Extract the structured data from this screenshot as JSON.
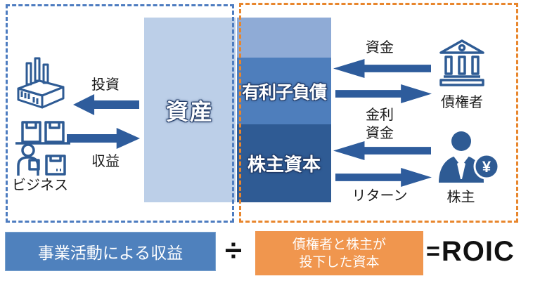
{
  "diagram": {
    "left_frame": {
      "invest_label": "投資",
      "revenue_label": "収益",
      "business_label": "ビジネス"
    },
    "asset_box": {
      "label": "資産"
    },
    "capital_stack": {
      "debt_label": "有利子負債",
      "equity_label": "株主資本"
    },
    "right_frame": {
      "creditor_fund_label": "資金",
      "creditor_interest_label": "金利",
      "creditor_label": "債権者",
      "shareholder_fund_label": "資金",
      "shareholder_return_label": "リターン",
      "shareholder_label": "株主",
      "yen_symbol": "¥"
    },
    "formula": {
      "numerator": "事業活動による収益",
      "operator": "÷",
      "denominator_line1": "債権者と株主が",
      "denominator_line2": "投下した資本",
      "equals": "=",
      "result": "ROIC"
    },
    "icons": {
      "factory": "factory-icon",
      "business": "warehouse-worker-icon",
      "creditor": "bank-icon",
      "shareholder": "investor-icon",
      "yen_badge": "yen-coin-icon"
    },
    "colors": {
      "asset_box": "#bccfe8",
      "stack_top": "#8fabd6",
      "debt_box": "#4e7ebc",
      "equity_box": "#2f5b94",
      "arrow": "#2e5c9c",
      "blue_frame": "#4d7cc0",
      "orange_frame": "#e8862d",
      "numerator_box": "#4f81bd",
      "denominator_box": "#f0964e"
    }
  }
}
